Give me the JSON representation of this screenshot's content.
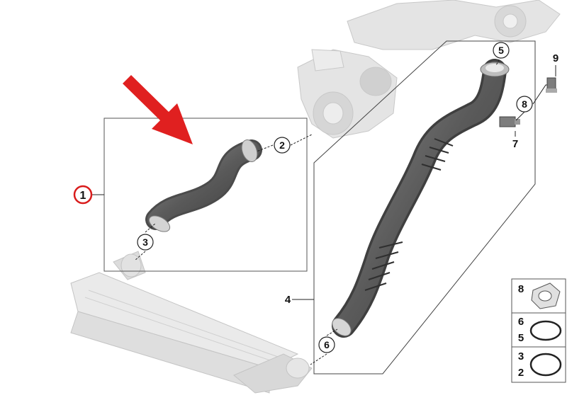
{
  "callouts": {
    "c1": "1",
    "c2": "2",
    "c3": "3",
    "c4": "4",
    "c5": "5",
    "c6": "6",
    "c7": "7",
    "c8": "8",
    "c9": "9"
  },
  "legend": {
    "row1_top": "8",
    "row2_top": "6",
    "row2_bottom": "5",
    "row3_top": "3",
    "row3_bottom": "2"
  },
  "colors": {
    "highlight_red": "#d91c1c",
    "line": "#222222",
    "hose": "#5e5e5e",
    "ghost_part": "#dcdcdc"
  },
  "icons": {
    "arrow": "red-pointer-arrow-icon",
    "clamp": "hose-clamp-icon",
    "sensor": "sensor-icon",
    "gasket": "gasket-icon",
    "o_ring": "o-ring-icon"
  }
}
